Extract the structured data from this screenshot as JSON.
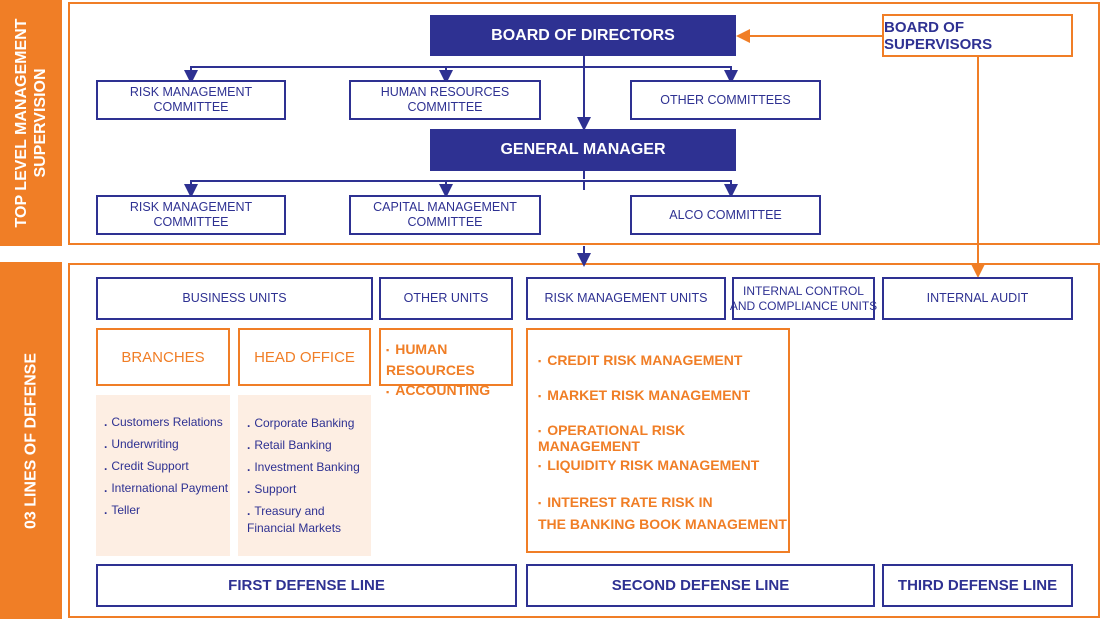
{
  "sidebar": {
    "top_label": "TOP LEVEL MANAGEMENT\nSUPERVISION",
    "bottom_label": "03 LINES OF DEFENSE"
  },
  "top": {
    "board_of_directors": "BOARD OF DIRECTORS",
    "board_of_supervisors": "BOARD OF SUPERVISORS",
    "general_manager": "GENERAL MANAGER",
    "board_committees": [
      "RISK MANAGEMENT COMMITTEE",
      "HUMAN RESOURCES COMMITTEE",
      "OTHER COMMITTEES"
    ],
    "gm_committees": [
      "RISK MANAGEMENT COMMITTEE",
      "CAPITAL MANAGEMENT  COMMITTEE",
      "ALCO COMMITTEE"
    ]
  },
  "units": {
    "business_units": "BUSINESS UNITS",
    "other_units": "OTHER UNITS",
    "risk_management_units": "RISK MANAGEMENT UNITS",
    "internal_control": "INTERNAL CONTROL\nAND COMPLIANCE UNITS",
    "internal_audit": "INTERNAL AUDIT"
  },
  "branches": {
    "title": "BRANCHES",
    "items": [
      "Customers Relations",
      "Underwriting",
      "Credit Support",
      "International Payment",
      "Teller"
    ]
  },
  "head_office": {
    "title": "HEAD OFFICE",
    "items": [
      "Corporate Banking",
      "Retail Banking",
      "Investment Banking",
      "Support",
      "Treasury and\nFinancial Markets"
    ]
  },
  "other_units_items": [
    "HUMAN RESOURCES",
    "ACCOUNTING"
  ],
  "risk_items": [
    "CREDIT RISK MANAGEMENT",
    "MARKET RISK MANAGEMENT",
    "OPERATIONAL RISK MANAGEMENT",
    "LIQUIDITY RISK MANAGEMENT",
    "INTEREST RATE RISK IN\nTHE BANKING BOOK MANAGEMENT"
  ],
  "defense_lines": [
    "FIRST DEFENSE LINE",
    "SECOND DEFENSE LINE",
    "THIRD DEFENSE LINE"
  ],
  "colors": {
    "navy": "#2e3192",
    "orange": "#f07e26",
    "peach": "#fdeee3"
  }
}
